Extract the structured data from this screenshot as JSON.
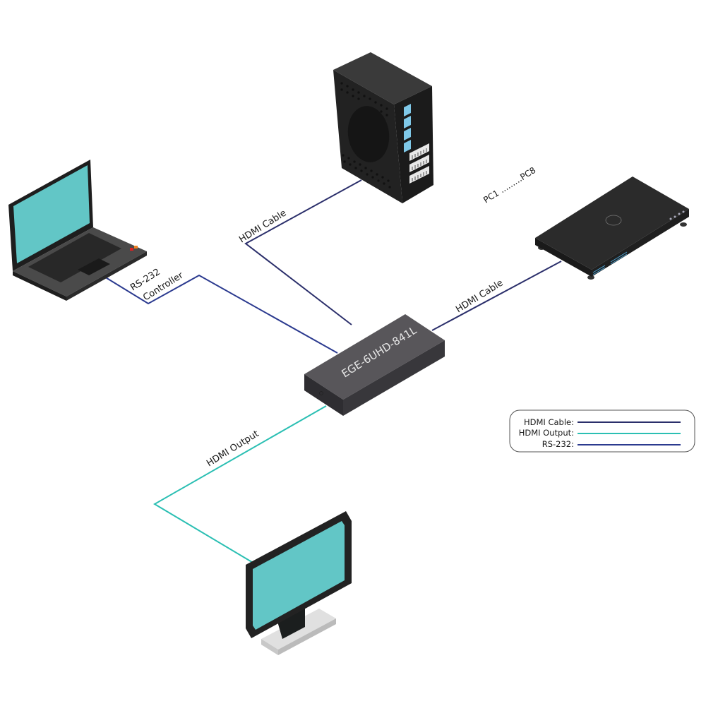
{
  "diagram": {
    "hub": {
      "label": "EGE-6UHD-841L"
    },
    "sources_label": "PC1 .........PC8",
    "connections": [
      {
        "id": "server-to-hub",
        "label": "HDMI Cable",
        "type": "hdmi_cable"
      },
      {
        "id": "player-to-hub",
        "label": "HDMI Cable",
        "type": "hdmi_cable"
      },
      {
        "id": "laptop-to-hub",
        "label_line1": "RS-232",
        "label_line2": "Controller",
        "type": "rs232"
      },
      {
        "id": "hub-to-monitor",
        "label": "HDMI Output",
        "type": "hdmi_output"
      }
    ],
    "devices": {
      "server": "server-tower",
      "player": "media-player",
      "laptop": "laptop",
      "monitor": "monitor",
      "hub": "matrix-switch"
    }
  },
  "legend": {
    "items": [
      {
        "label": "HDMI Cable:",
        "color": "#2b2f6b"
      },
      {
        "label": "HDMI Output:",
        "color": "#2bbfb3"
      },
      {
        "label": "RS-232:",
        "color": "#2b3a8f"
      }
    ]
  },
  "colors": {
    "hdmi_cable": "#2b2f6b",
    "hdmi_output": "#2bbfb3",
    "rs232": "#2b3a8f",
    "screen": "#62c6c6",
    "device_dark": "#2a2a2a"
  }
}
